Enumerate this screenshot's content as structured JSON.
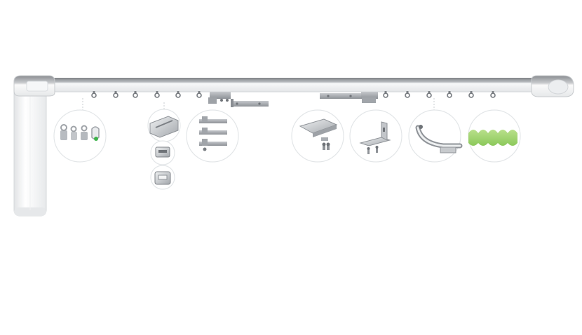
{
  "product": {
    "subject": "motorized-curtain-track-kit",
    "colors": {
      "background": "#ffffff",
      "track_top": "#8f9296",
      "track_body": "#e9eaec",
      "motor_body": "#f4f5f6",
      "bracket_metal": "#a9adb2",
      "callout_circle": "#e3e6e8",
      "tape_green": "#9ed36a",
      "indicator_green": "#3db34a"
    },
    "components": [
      {
        "id": "runner-hooks",
        "icon": "hook-set-icon"
      },
      {
        "id": "track-profile",
        "icon": "track-profile-icon"
      },
      {
        "id": "track-joiner",
        "icon": "joiner-icon"
      },
      {
        "id": "track-end-profile",
        "icon": "track-end-icon"
      },
      {
        "id": "ceiling-brackets",
        "icon": "bracket-set-icon"
      },
      {
        "id": "ceiling-plate",
        "icon": "ceiling-plate-icon"
      },
      {
        "id": "wall-bracket",
        "icon": "wall-bracket-icon"
      },
      {
        "id": "curved-track",
        "icon": "curved-track-icon"
      },
      {
        "id": "wave-tape",
        "icon": "wave-tape-icon"
      }
    ]
  }
}
